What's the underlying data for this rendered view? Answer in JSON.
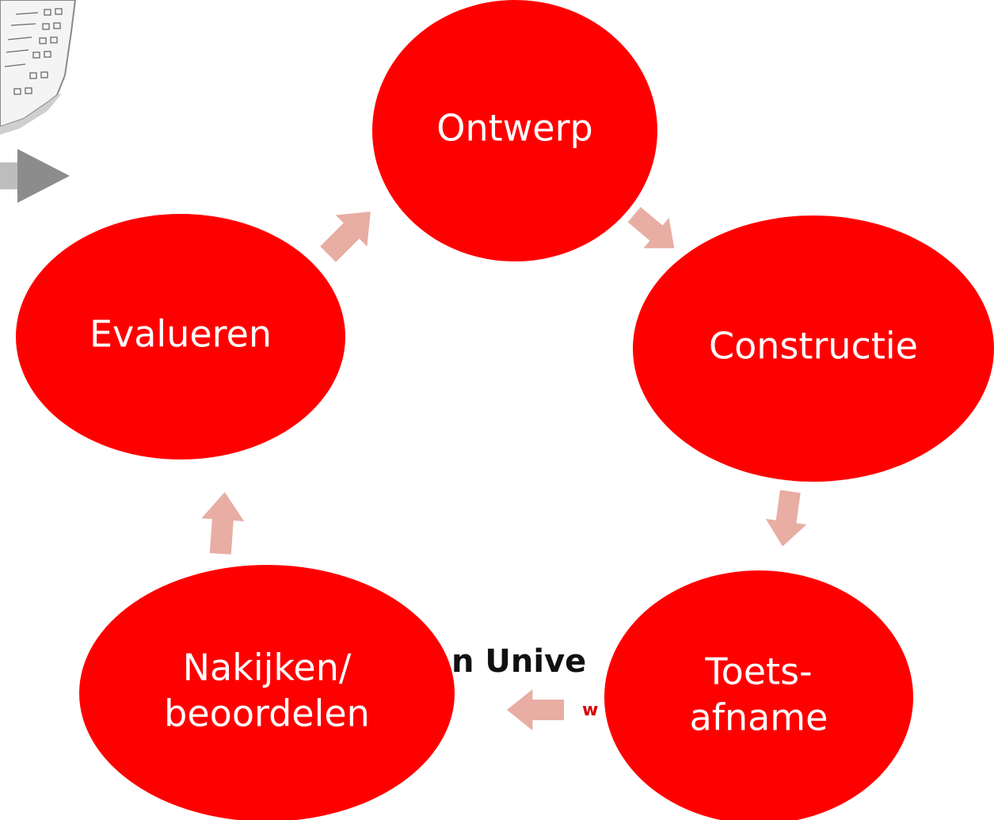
{
  "colors": {
    "node_fill": "#ff0000",
    "arrow_fill": "#e8ada3",
    "label_color": "#ffffff",
    "background": "#ffffff"
  },
  "background": {
    "logo_fragment": "n Unive",
    "logo_small_fragment": "w",
    "icons": [
      "test-paper-icon",
      "gray-arrow-icon"
    ]
  },
  "cycle": {
    "nodes": [
      {
        "id": "ontwerp",
        "lines": [
          "Ontwerp"
        ]
      },
      {
        "id": "constructie",
        "lines": [
          "Constructie"
        ]
      },
      {
        "id": "toetsafname",
        "lines": [
          "Toets-",
          "afname"
        ]
      },
      {
        "id": "nakijken",
        "lines": [
          "Nakijken/",
          "beoordelen"
        ]
      },
      {
        "id": "evalueren",
        "lines": [
          "Evalueren"
        ]
      }
    ],
    "arrows": [
      {
        "from": "ontwerp",
        "to": "constructie"
      },
      {
        "from": "constructie",
        "to": "toetsafname"
      },
      {
        "from": "toetsafname",
        "to": "nakijken"
      },
      {
        "from": "nakijken",
        "to": "evalueren"
      },
      {
        "from": "evalueren",
        "to": "ontwerp"
      }
    ]
  }
}
